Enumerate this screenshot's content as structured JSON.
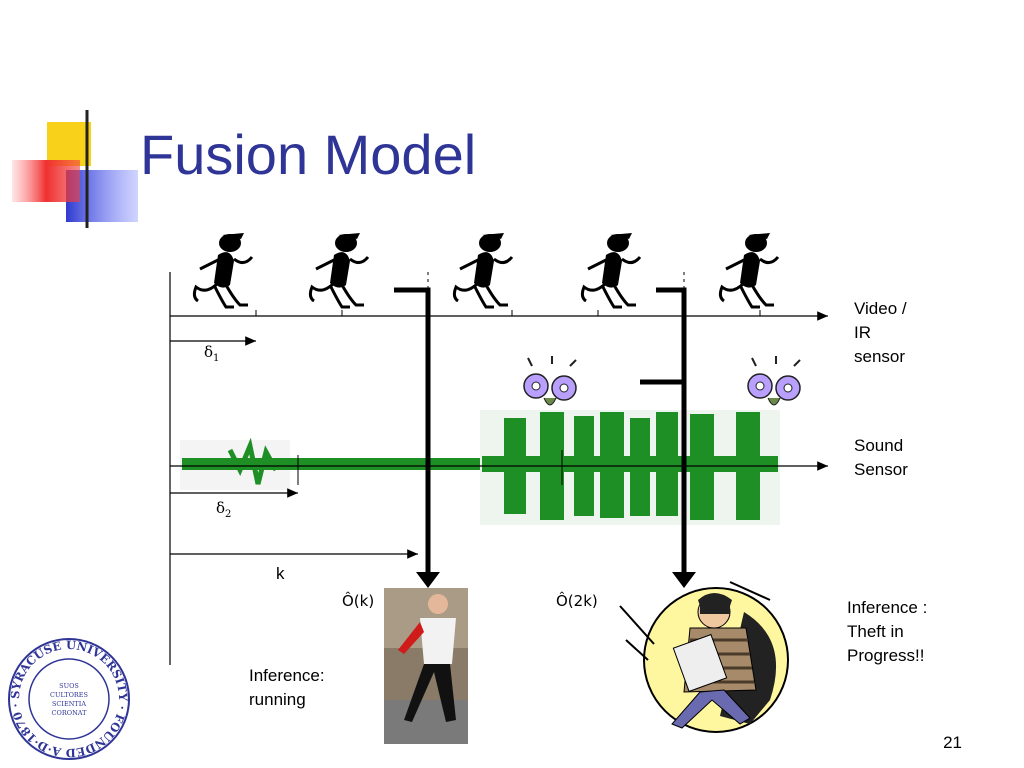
{
  "slide": {
    "title": "Fusion Model",
    "page_number": "21"
  },
  "labels": {
    "video_sensor": [
      "Video /",
      "IR",
      "sensor"
    ],
    "sound_sensor": [
      "Sound",
      "Sensor"
    ],
    "delta1": "δ",
    "delta1_sub": "1",
    "delta2": "δ",
    "delta2_sub": "2",
    "k": "k",
    "o_k": "Ô(k)",
    "o_2k": "Ô(2k)",
    "inference_running": [
      "Inference:",
      "running"
    ],
    "inference_theft": [
      "Inference :",
      "Theft in",
      "Progress!!"
    ]
  },
  "logo": {
    "text": "SYRACUSE UNIVERSITY · FOUNDED A·D·1870 ·",
    "motto": [
      "SUOS",
      "CULTORES",
      "SCIENTIA",
      "CORONAT"
    ]
  },
  "colors": {
    "title": "#2f3596",
    "waveform": "#1e8f24",
    "deco_yellow": "#f8d21a",
    "deco_red": "#f04040",
    "deco_blue": "#2f3ad0"
  },
  "icons": [
    "running-man-icon",
    "alarm-clock-icon",
    "burglar-clipart",
    "runner-photo"
  ]
}
